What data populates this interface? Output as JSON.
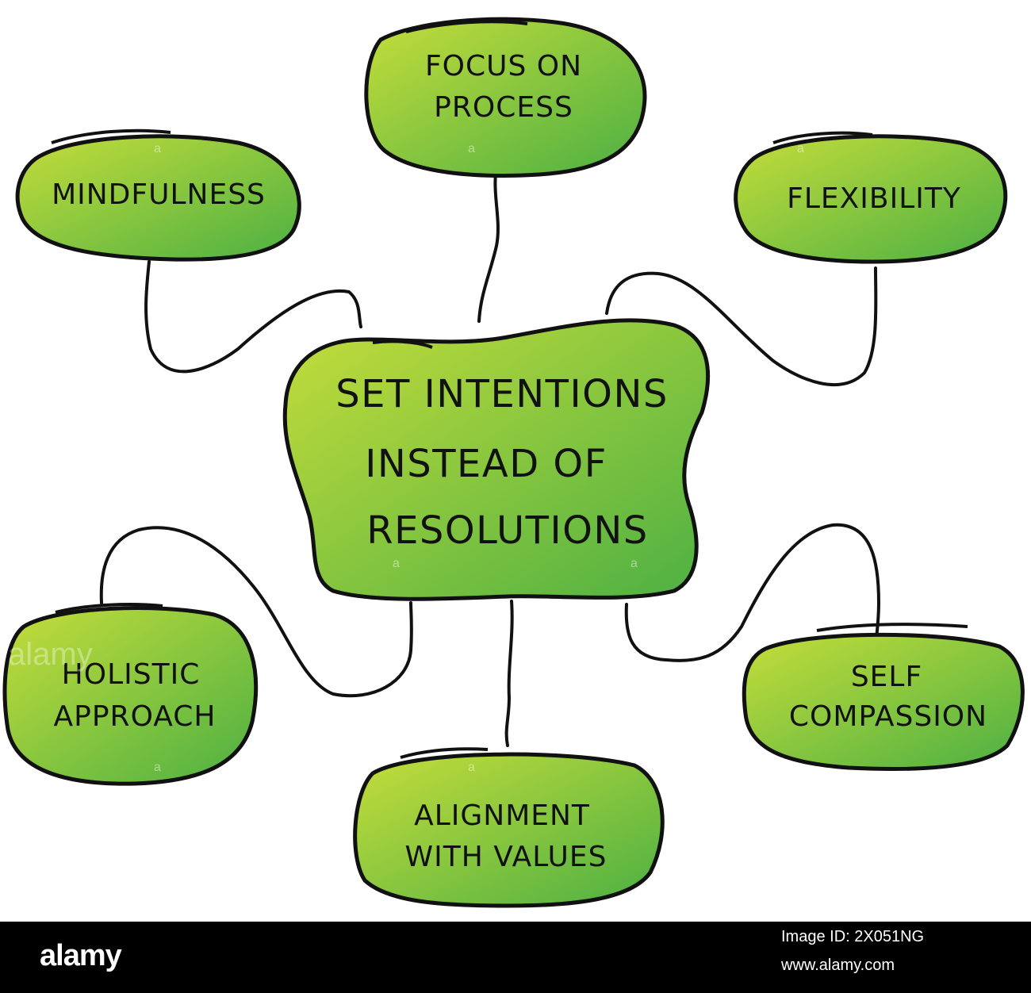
{
  "colors": {
    "fill_light": "#c5dd3a",
    "fill_dark": "#4cb043",
    "stroke": "#111111",
    "footer_bg": "#000000"
  },
  "diagram": {
    "center": {
      "lines": [
        "SET INTENTIONS",
        "INSTEAD OF",
        "RESOLUTIONS"
      ]
    },
    "nodes": {
      "focus": {
        "lines": [
          "FOCUS ON",
          "PROCESS"
        ]
      },
      "mindfulness": {
        "lines": [
          "MINDFULNESS"
        ]
      },
      "flexibility": {
        "lines": [
          "FLEXIBILITY"
        ]
      },
      "holistic": {
        "lines": [
          "HOLISTIC",
          "APPROACH"
        ]
      },
      "self_compassion": {
        "lines": [
          "SELF",
          "COMPASSION"
        ]
      },
      "alignment": {
        "lines": [
          "ALIGNMENT",
          "WITH VALUES"
        ]
      }
    }
  },
  "watermark": {
    "logo": "alamy",
    "glyph": "a"
  },
  "footer": {
    "brand": "alamy",
    "image_id": "Image ID: 2X051NG",
    "url": "www.alamy.com"
  }
}
